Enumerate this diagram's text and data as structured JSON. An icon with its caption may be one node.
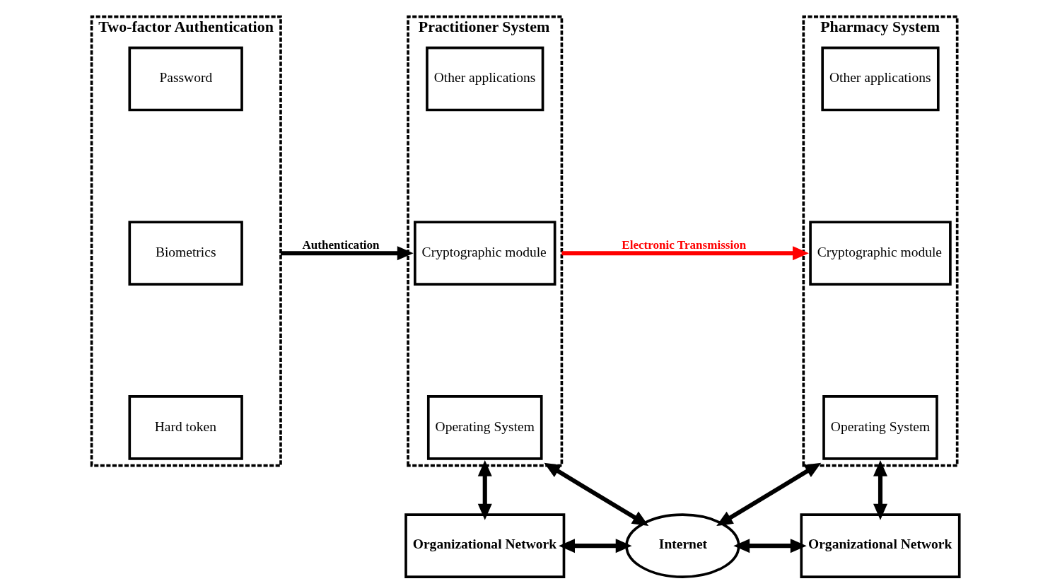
{
  "diagram": {
    "nodes": [
      {
        "text": [
          "Two-factor Authentication"
        ]
      },
      {
        "text": [
          "Password"
        ],
        "in": 0
      },
      {
        "text": [
          "Biometrics"
        ],
        "in": 0
      },
      {
        "text": [
          "Hard token"
        ],
        "in": 0
      },
      {
        "text": [
          "Practitioner System"
        ]
      },
      {
        "text": [
          "Other applications"
        ],
        "in": 4
      },
      {
        "text": [
          "Cryptographic module"
        ],
        "in": 4
      },
      {
        "text": [
          "Operating System"
        ],
        "in": 4
      },
      {
        "text": [
          "Pharmacy System"
        ]
      },
      {
        "text": [
          "Other applications"
        ],
        "in": 8
      },
      {
        "text": [
          "Cryptographic module"
        ],
        "in": 8
      },
      {
        "text": [
          "Operating System"
        ],
        "in": 8
      },
      {
        "text": [
          "Organizational Network"
        ]
      },
      {
        "text": [
          "Internet"
        ]
      },
      {
        "text": [
          "Organizational Network"
        ]
      }
    ],
    "edges": [
      {
        "from": 0,
        "to": 4,
        "arrow": "to",
        "label": "Authentication"
      },
      {
        "from": 4,
        "to": 8,
        "arrow": "to",
        "label": "Electronic Transmission",
        "color": "#ff0000"
      },
      {
        "from": 4,
        "to": 12,
        "arrow": "both"
      },
      {
        "from": 4,
        "to": 13,
        "arrow": "both"
      },
      {
        "from": 8,
        "to": 13,
        "arrow": "both"
      },
      {
        "from": 8,
        "to": 14,
        "arrow": "both"
      },
      {
        "from": 12,
        "to": 13,
        "arrow": "both"
      },
      {
        "from": 13,
        "to": 14,
        "arrow": "both"
      }
    ]
  }
}
